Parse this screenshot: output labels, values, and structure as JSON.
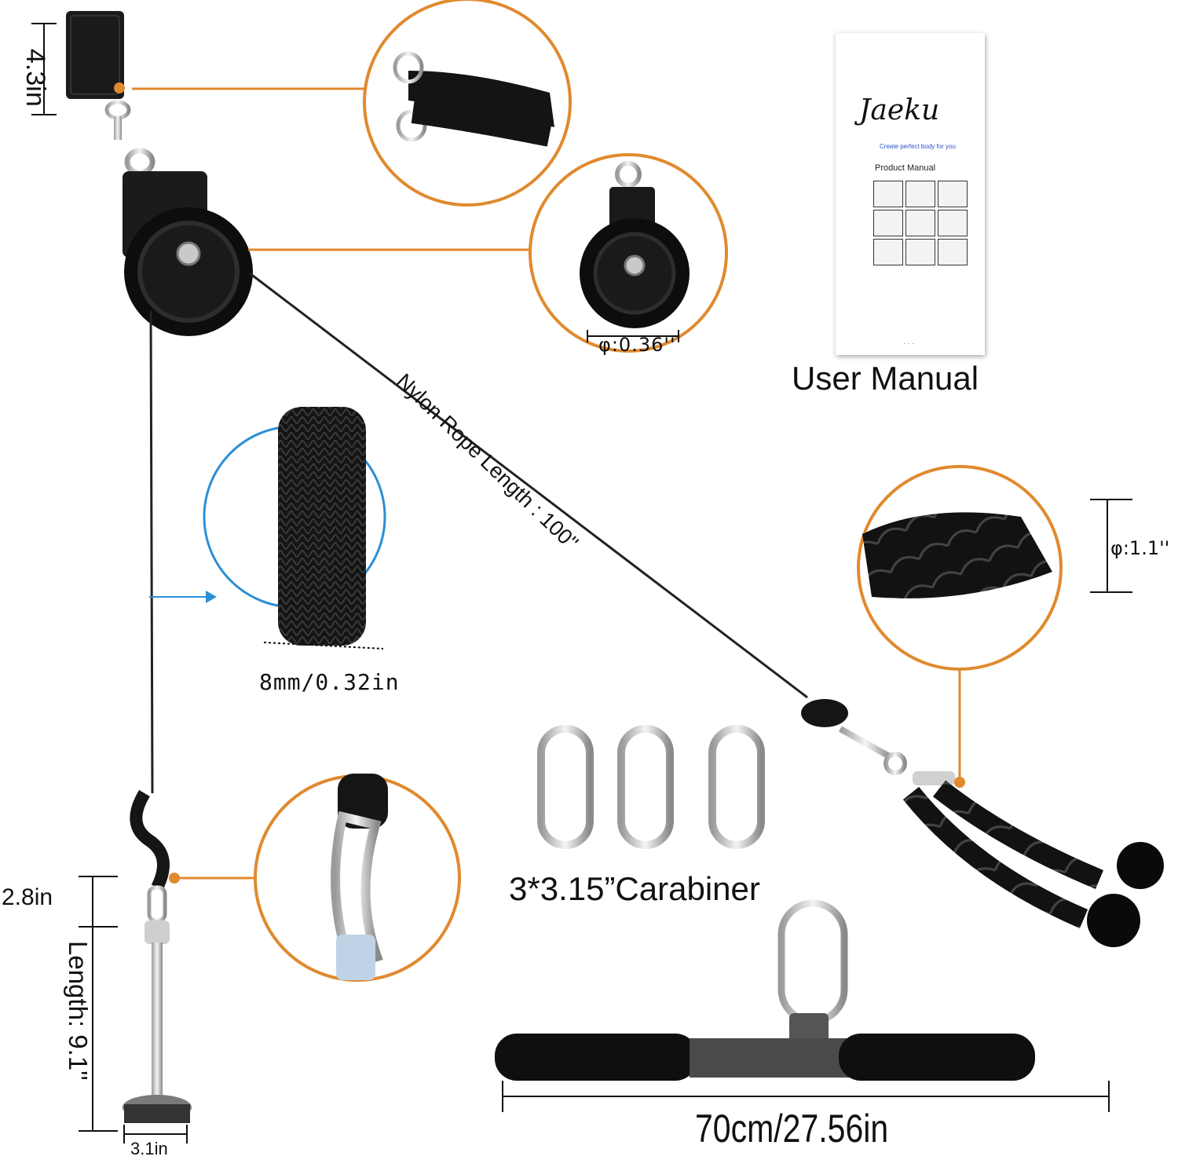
{
  "labels": {
    "strap_height": "4.3in",
    "pulley_diameter": "φ:0.36''",
    "manual": "User Manual",
    "rope_length": "Nylon Rope Length : 100''",
    "cord_thickness": "8mm/0.32in",
    "tricep_rope_diameter": "φ:1.1''",
    "carabiner": "3*3.15”Carabiner",
    "bar_length": "70cm/27.56in",
    "small_hook": "2.8in",
    "loading_pin_length": "Length: 9.1''",
    "base_diameter": "3.1in"
  },
  "manual_card": {
    "brand": "Jaeku",
    "tagline": "Create perfect body for you",
    "title": "Product Manual",
    "dots": ". . ."
  },
  "colors": {
    "callout_orange": "#e08a2e",
    "callout_blue": "#2b8fd6",
    "hardware_black": "#111111",
    "metal": "#c8c8c8"
  },
  "icons": [
    "strap-icon",
    "pulley-icon",
    "carabiner-icon",
    "tricep-rope-icon",
    "bar-handle-icon",
    "loading-pin-icon"
  ]
}
